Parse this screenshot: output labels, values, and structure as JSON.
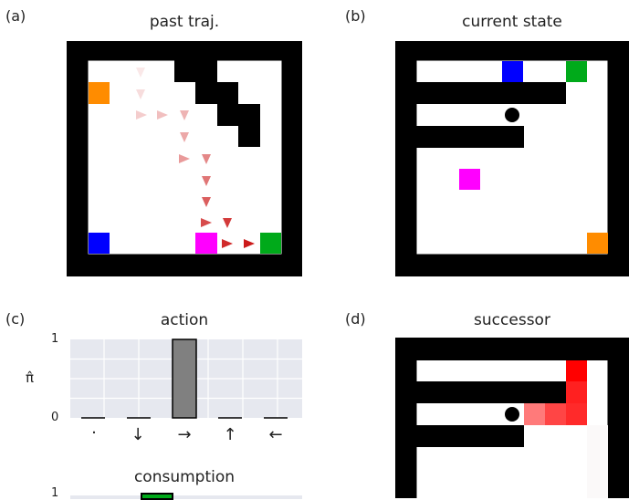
{
  "panels": {
    "a": {
      "label": "(a)",
      "title": "past traj."
    },
    "b": {
      "label": "(b)",
      "title": "current state"
    },
    "c": {
      "label": "(c)",
      "title": "action"
    },
    "d": {
      "label": "(d)",
      "title": "successor"
    }
  },
  "colors": {
    "wall": "#000000",
    "blue": "#0000ff",
    "green": "#00aa1a",
    "orange": "#ff8c00",
    "magenta": "#ff00ff",
    "bar": "#808080",
    "chart_bg": "#e6e8ef",
    "agent": "#000000",
    "arrow": "#cc1a1a"
  },
  "chart_data": [
    {
      "type": "bar",
      "title": "action",
      "ylabel": "π̂",
      "categories": [
        "·",
        "↓",
        "→",
        "↑",
        "←"
      ],
      "values": [
        0,
        0,
        1,
        0,
        0
      ],
      "ylim": [
        0,
        1
      ],
      "yticks": [
        "0",
        "1"
      ],
      "grid": true
    },
    {
      "type": "bar",
      "title": "consumption",
      "ytick_top": "1"
    }
  ]
}
